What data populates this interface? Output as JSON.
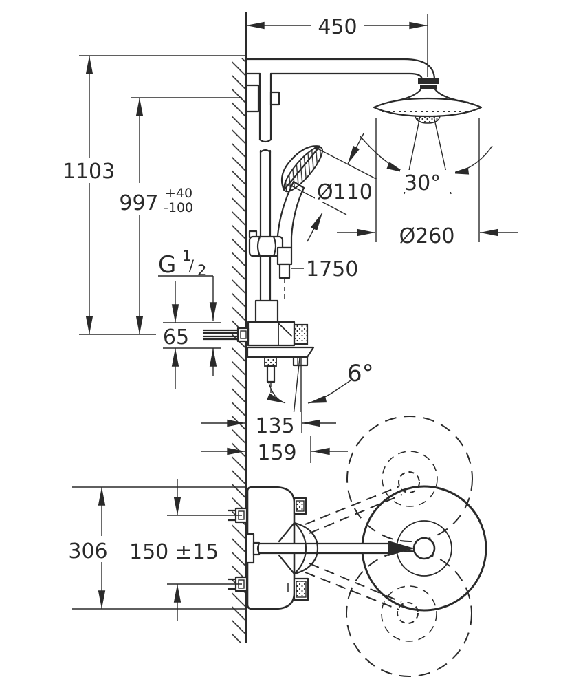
{
  "colors": {
    "background": "#ffffff",
    "line": "#2a2a2a"
  },
  "dimensions": {
    "arm_projection": "450",
    "overall_height": "1103",
    "riser_height": "997",
    "riser_tolerance_plus": "+40",
    "riser_tolerance_minus": "-100",
    "hand_shower_diameter": "Ø110",
    "spray_angle": "30°",
    "head_shower_diameter": "Ø260",
    "hose_length": "1750",
    "thread_label": "G 1/2",
    "thread_g": "G",
    "thread_numerator": "1",
    "thread_slash": "/",
    "thread_denominator": "2",
    "inlet_offset": "65",
    "shelf_tilt_angle": "6°",
    "wall_to_shelf_front": "135",
    "wall_to_shelf_outer": "159",
    "valve_section_height": "306",
    "supply_centers": "150 ±15"
  }
}
